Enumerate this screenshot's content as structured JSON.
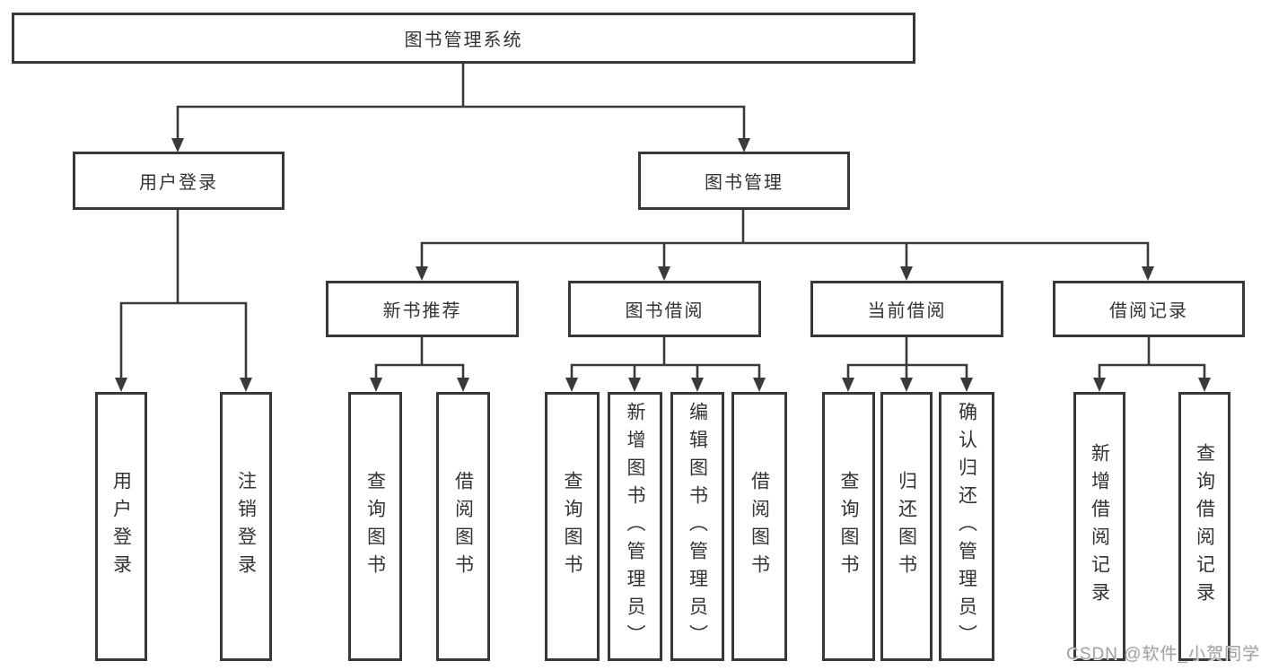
{
  "page": {
    "background": "#ffffff"
  },
  "diagram": {
    "line_color": "#3a3a3a",
    "box_border_color": "#383838",
    "text_color": "#333333",
    "tree": {
      "label": "图书管理系统",
      "children": [
        {
          "label": "用户登录",
          "children": [
            {
              "label": "用户登录"
            },
            {
              "label": "注销登录"
            }
          ]
        },
        {
          "label": "图书管理",
          "children": [
            {
              "label": "新书推荐",
              "children": [
                {
                  "label": "查询图书"
                },
                {
                  "label": "借阅图书"
                }
              ]
            },
            {
              "label": "图书借阅",
              "children": [
                {
                  "label": "查询图书"
                },
                {
                  "label": "新增图书（管理员）"
                },
                {
                  "label": "编辑图书（管理员）"
                },
                {
                  "label": "借阅图书"
                }
              ]
            },
            {
              "label": "当前借阅",
              "children": [
                {
                  "label": "查询图书"
                },
                {
                  "label": "归还图书"
                },
                {
                  "label": "确认归还（管理员）"
                }
              ]
            },
            {
              "label": "借阅记录",
              "children": [
                {
                  "label": "新增借阅记录"
                },
                {
                  "label": "查询借阅记录"
                }
              ]
            }
          ]
        }
      ]
    }
  },
  "watermark": {
    "text": "CSDN @软件_小贺同学",
    "color": "#a3a3a3"
  }
}
